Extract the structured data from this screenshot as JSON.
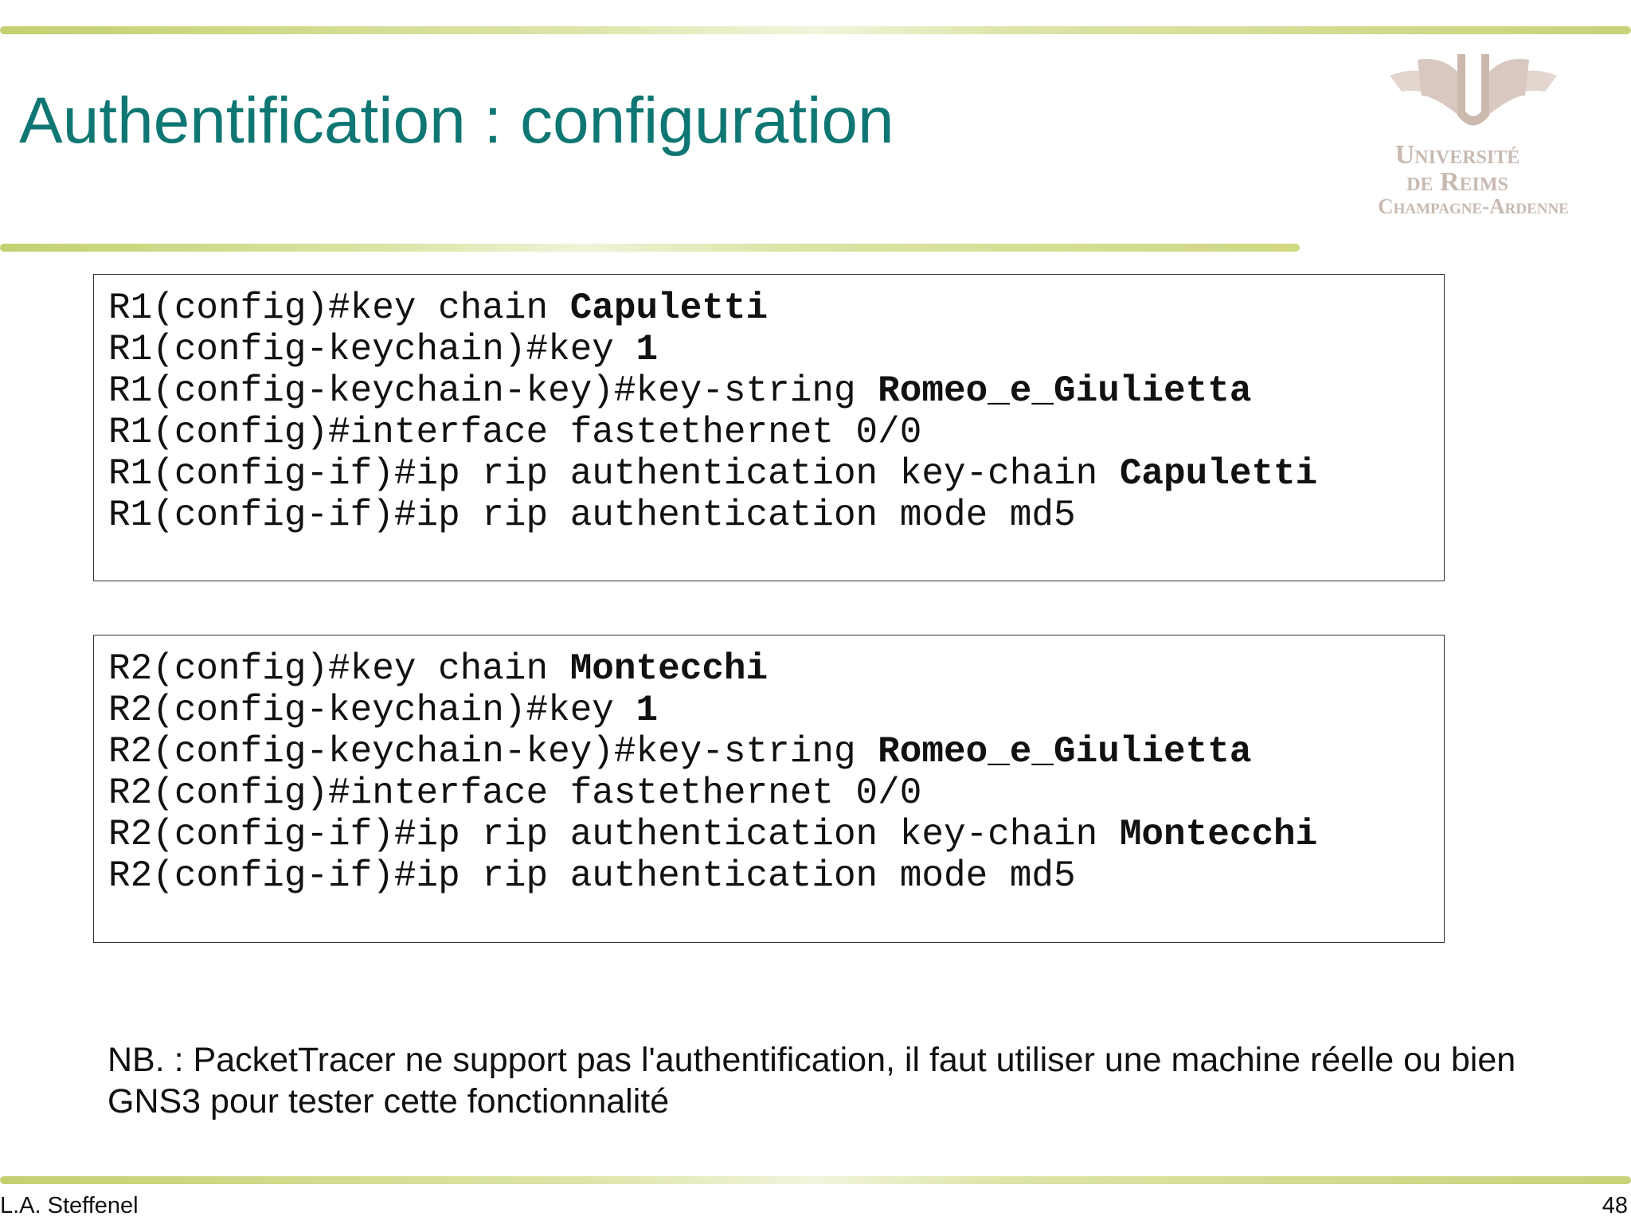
{
  "slide": {
    "title": "Authentification : configuration",
    "logo": {
      "line1": "Université",
      "line2": "de Reims",
      "line3": "Champagne-Ardenne"
    },
    "code_blocks": [
      {
        "router": "R1",
        "lines": [
          {
            "prompt": "R1(config)#key chain ",
            "arg": "Capuletti"
          },
          {
            "prompt": "R1(config-keychain)#key ",
            "arg": "1"
          },
          {
            "prompt": "R1(config-keychain-key)#key-string ",
            "arg": "Romeo_e_Giulietta"
          },
          {
            "prompt": "R1(config)#interface fastethernet 0/0",
            "arg": ""
          },
          {
            "prompt": "R1(config-if)#ip rip authentication key-chain ",
            "arg": "Capuletti"
          },
          {
            "prompt": "R1(config-if)#ip rip authentication mode md5",
            "arg": ""
          }
        ]
      },
      {
        "router": "R2",
        "lines": [
          {
            "prompt": "R2(config)#key chain ",
            "arg": "Montecchi"
          },
          {
            "prompt": "R2(config-keychain)#key ",
            "arg": "1"
          },
          {
            "prompt": "R2(config-keychain-key)#key-string ",
            "arg": "Romeo_e_Giulietta"
          },
          {
            "prompt": "R2(config)#interface fastethernet 0/0",
            "arg": ""
          },
          {
            "prompt": "R2(config-if)#ip rip authentication key-chain ",
            "arg": "Montecchi"
          },
          {
            "prompt": "R2(config-if)#ip rip authentication mode md5",
            "arg": ""
          }
        ]
      }
    ],
    "note": "NB. : PacketTracer ne support pas l'authentification, il faut utiliser une machine réelle ou bien GNS3 pour tester cette fonctionnalité",
    "footer": {
      "author": "L.A. Steffenel",
      "page_number": "48"
    }
  },
  "colors": {
    "title": "#0f7773",
    "rule": "#c4d070",
    "logo": "#c8b9b1"
  }
}
